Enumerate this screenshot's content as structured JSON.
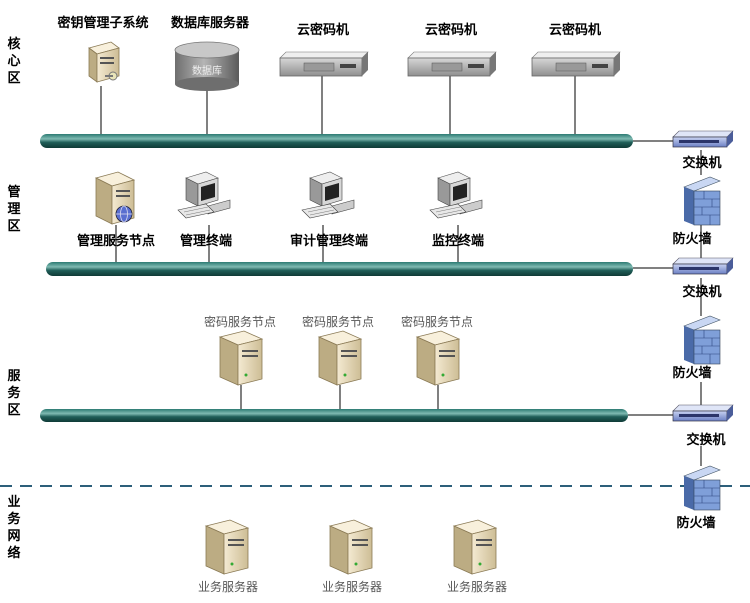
{
  "zones": {
    "core": "核心区",
    "management": "管理区",
    "service": "服务区",
    "business": "业务网络"
  },
  "core": {
    "key_system": "密钥管理子系统",
    "db_server": "数据库服务器",
    "db_cylinder_text": "数据库",
    "cloud_crypto_1": "云密码机",
    "cloud_crypto_2": "云密码机",
    "cloud_crypto_3": "云密码机"
  },
  "management": {
    "service_node": "管理服务节点",
    "terminal": "管理终端",
    "audit_terminal": "审计管理终端",
    "monitor_terminal": "监控终端"
  },
  "service": {
    "node_1": "密码服务节点",
    "node_2": "密码服务节点",
    "node_3": "密码服务节点"
  },
  "business": {
    "server_1": "业务服务器",
    "server_2": "业务服务器",
    "server_3": "业务服务器"
  },
  "right_column": {
    "switch_1": "交换机",
    "firewall_1": "防火墙",
    "switch_2": "交换机",
    "firewall_2": "防火墙",
    "switch_3": "交换机",
    "firewall_3": "防火墙"
  },
  "colors": {
    "bus": "#1f5e58",
    "bus_highlight": "#6fa8a0",
    "dashed_line": "#2d5f7a"
  }
}
